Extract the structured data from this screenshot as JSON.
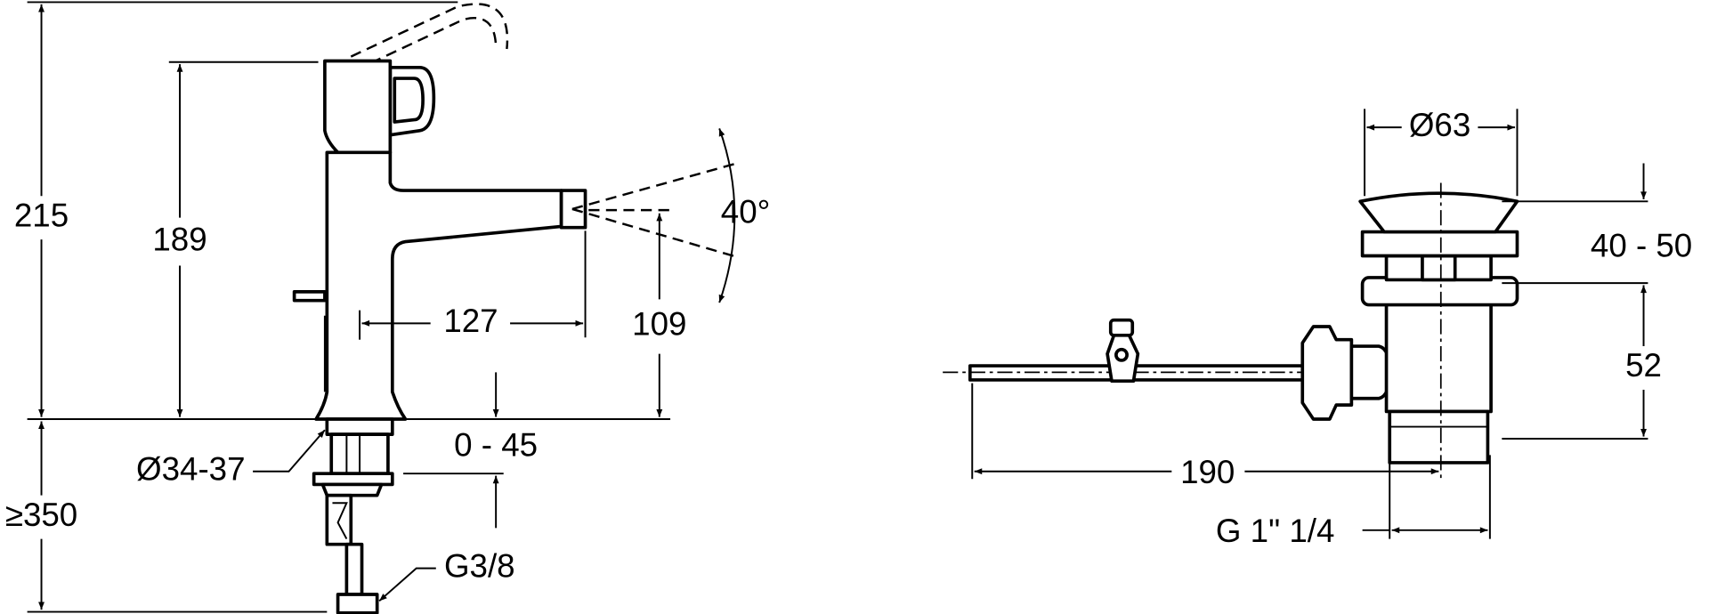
{
  "drawing": {
    "faucet": {
      "overall_height": "215",
      "body_height": "189",
      "spout_reach": "127",
      "spout_height": "109",
      "spray_angle": "40°",
      "deck_thickness": "0 - 45",
      "hole_diameter": "Ø34-37",
      "hose_length": "≥350",
      "connection_thread": "G3/8"
    },
    "waste": {
      "plug_diameter": "Ø63",
      "plug_lift": "40 - 50",
      "body_height": "52",
      "rod_length": "190",
      "thread": "G 1\" 1/4"
    },
    "line_color": "#000000",
    "background": "#ffffff"
  }
}
